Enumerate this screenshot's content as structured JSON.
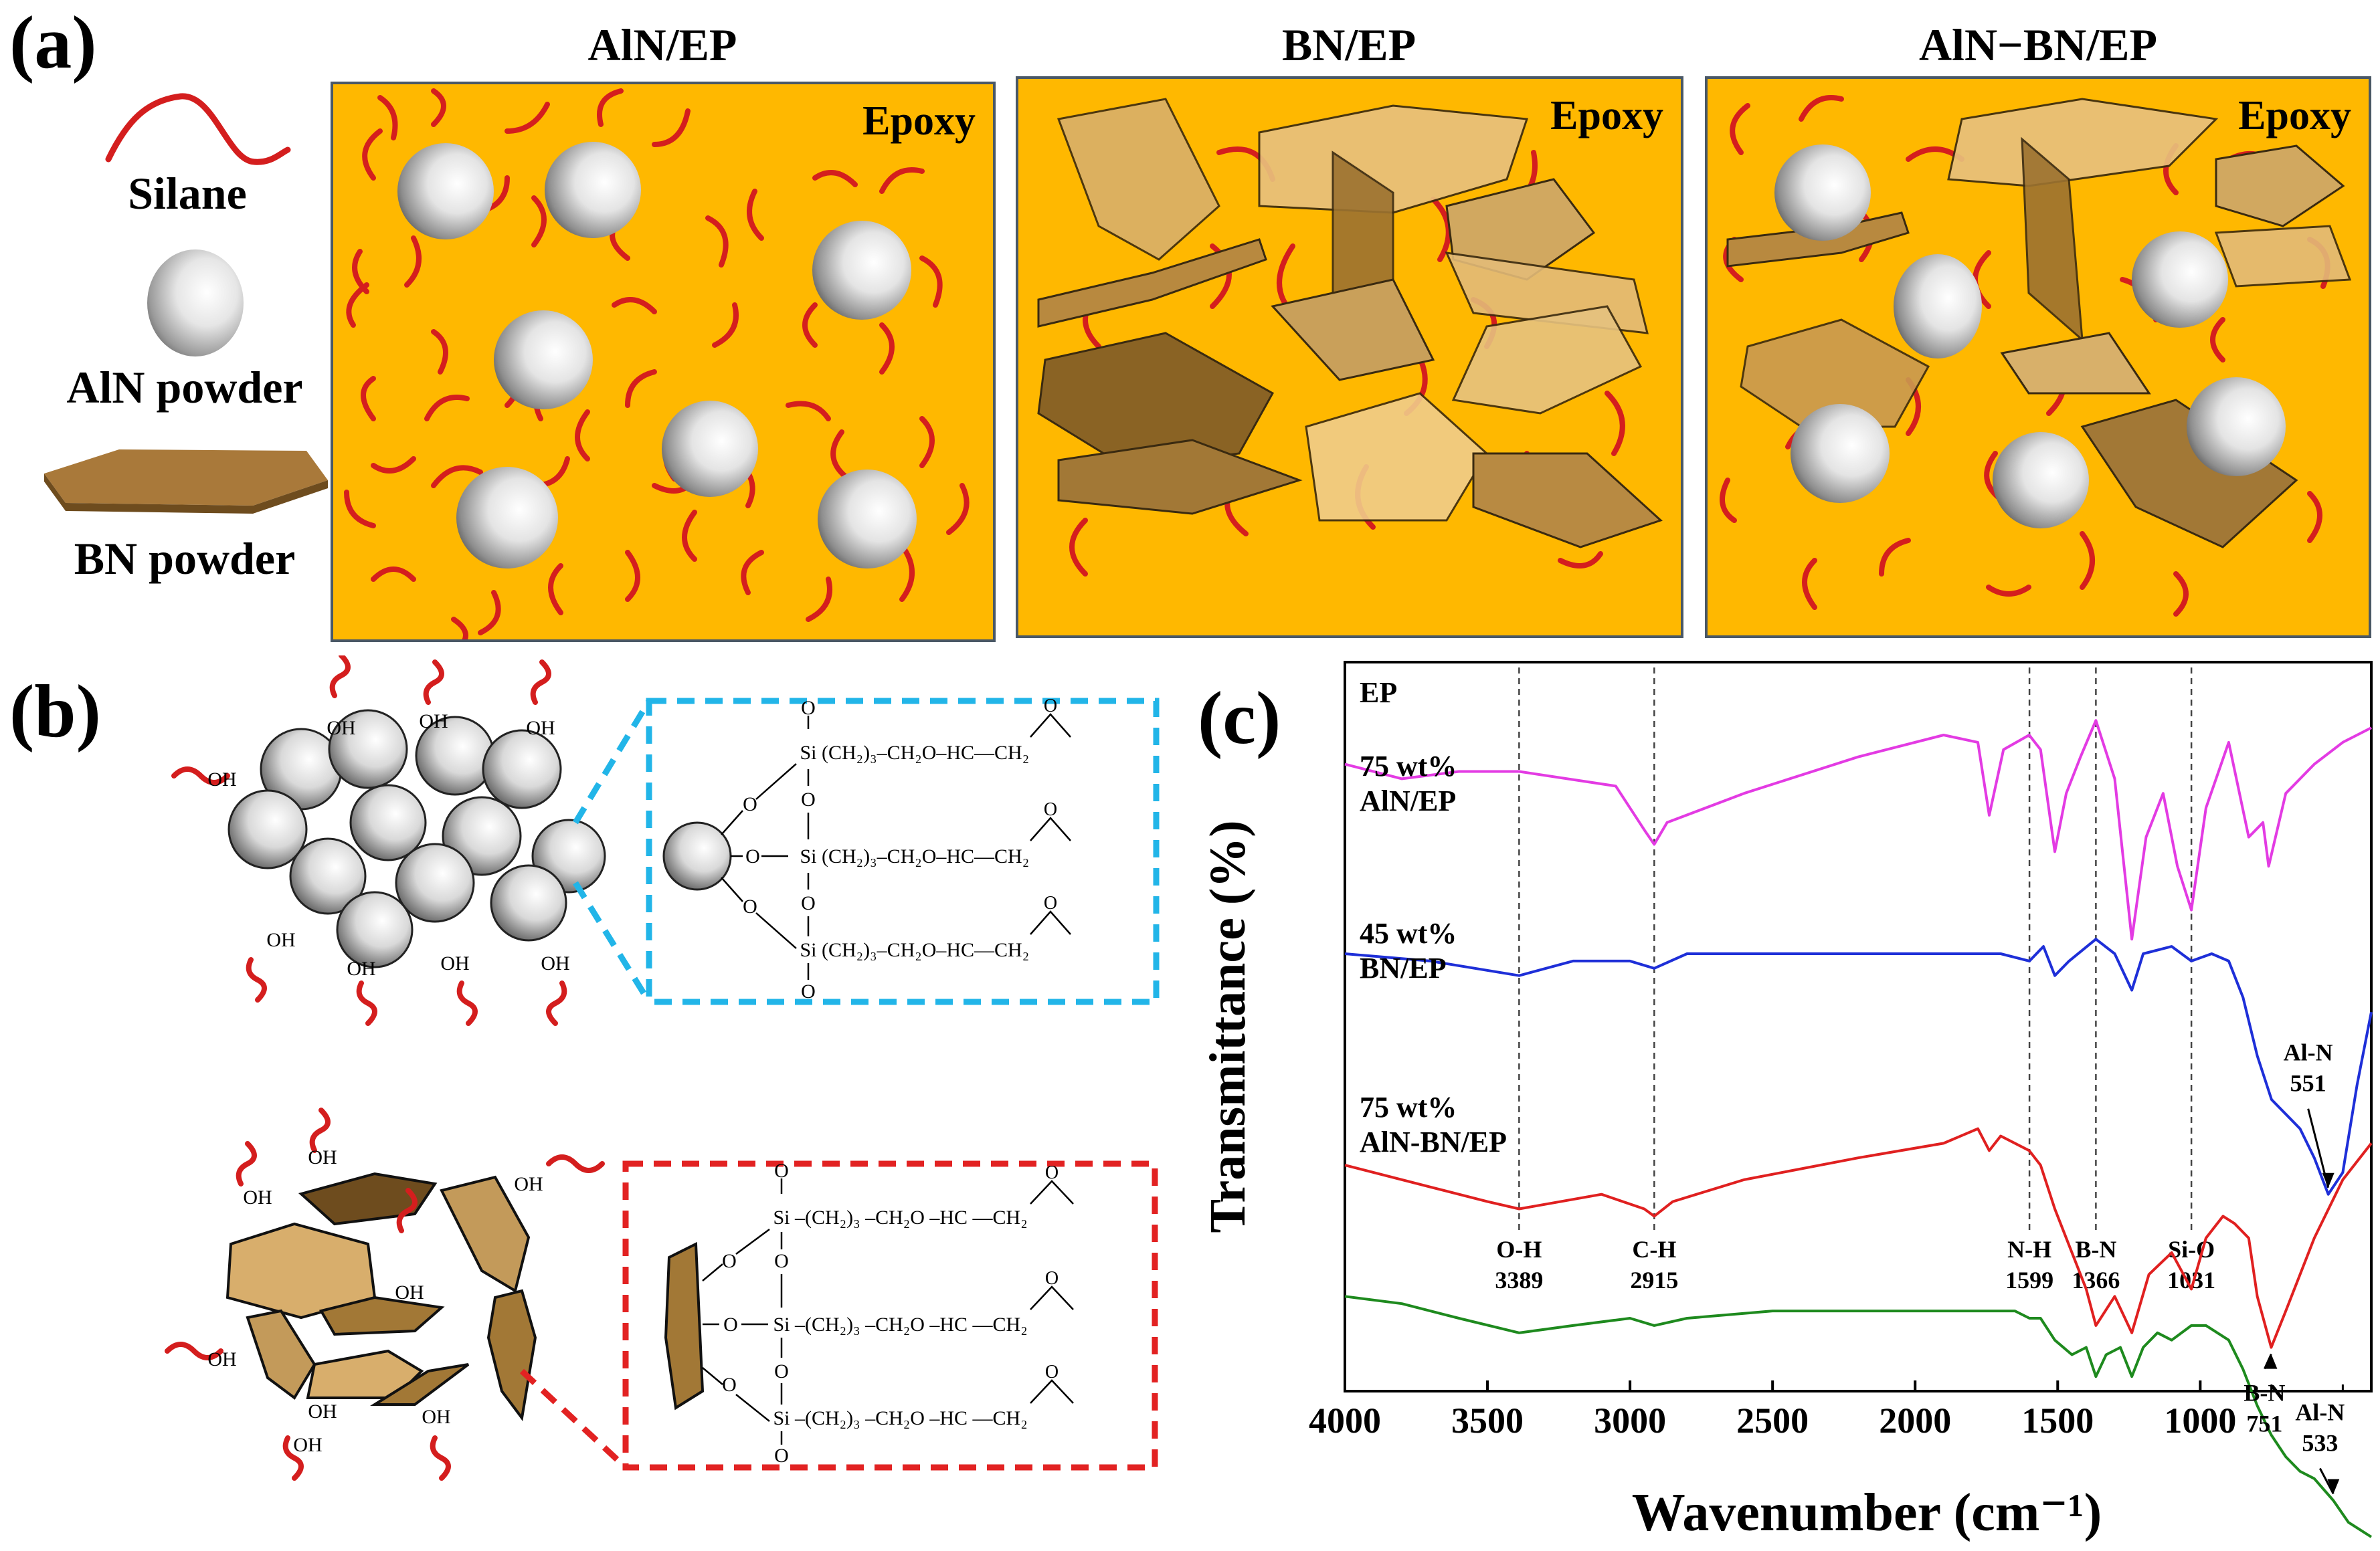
{
  "panel_labels": {
    "a": "(a)",
    "b": "(b)",
    "c": "(c)"
  },
  "legend": {
    "silane": "Silane",
    "aln_powder": "AlN powder",
    "bn_powder": "BN powder"
  },
  "schematics": [
    {
      "title": "AlN/EP",
      "matrix_label": "Epoxy"
    },
    {
      "title": "BN/EP",
      "matrix_label": "Epoxy"
    },
    {
      "title": "AlN−BN/EP",
      "matrix_label": "Epoxy"
    }
  ],
  "surface": {
    "oh": "OH",
    "si": "Si",
    "o": "O",
    "chain_aln": "(CH₂)₃–CH₂O–HC—CH₂",
    "chain_bn": "–(CH₂)₃ –CH₂O –HC —CH₂"
  },
  "colors": {
    "epoxy": "#FFB800",
    "silane": "#D41E1E",
    "bn": "#A9793A",
    "aln_box": "#22B5E8",
    "bn_box": "#E22222",
    "ep": "#E33BE3",
    "aln_ep": "#1E2FD8",
    "bn_ep": "#E02020",
    "alnbn_ep": "#1E8A1E"
  },
  "chart_data": {
    "type": "line",
    "xlabel": "Wavenumber (cm⁻¹)",
    "ylabel": "Transmittance (%)",
    "xlim": [
      4000,
      400
    ],
    "x_reversed": true,
    "xticks": [
      4000,
      3500,
      3000,
      2500,
      2000,
      1500,
      1000
    ],
    "series": [
      {
        "label_lines": [
          "EP"
        ],
        "color": "#E33BE3",
        "offset": 86,
        "points": [
          [
            4000,
            0
          ],
          [
            3800,
            -2
          ],
          [
            3600,
            -1
          ],
          [
            3389,
            -1
          ],
          [
            3050,
            -3
          ],
          [
            2950,
            -9
          ],
          [
            2915,
            -11
          ],
          [
            2870,
            -8
          ],
          [
            2600,
            -4
          ],
          [
            2200,
            1
          ],
          [
            1900,
            4
          ],
          [
            1780,
            3
          ],
          [
            1740,
            -7
          ],
          [
            1690,
            2
          ],
          [
            1600,
            4
          ],
          [
            1560,
            2
          ],
          [
            1510,
            -12
          ],
          [
            1470,
            -4
          ],
          [
            1420,
            1
          ],
          [
            1366,
            6
          ],
          [
            1300,
            -2
          ],
          [
            1240,
            -24
          ],
          [
            1190,
            -10
          ],
          [
            1130,
            -4
          ],
          [
            1080,
            -14
          ],
          [
            1031,
            -20
          ],
          [
            980,
            -6
          ],
          [
            900,
            3
          ],
          [
            830,
            -10
          ],
          [
            780,
            -8
          ],
          [
            760,
            -14
          ],
          [
            700,
            -4
          ],
          [
            600,
            0
          ],
          [
            500,
            3
          ],
          [
            400,
            5
          ]
        ]
      },
      {
        "label_lines": [
          "75 wt%",
          "AlN/EP"
        ],
        "color": "#1E2FD8",
        "offset": 60,
        "points": [
          [
            4000,
            0
          ],
          [
            3700,
            -1
          ],
          [
            3389,
            -3
          ],
          [
            3200,
            -1
          ],
          [
            3000,
            -1
          ],
          [
            2915,
            -2
          ],
          [
            2800,
            0
          ],
          [
            2500,
            0
          ],
          [
            2000,
            0
          ],
          [
            1700,
            0
          ],
          [
            1599,
            -1
          ],
          [
            1550,
            1
          ],
          [
            1510,
            -3
          ],
          [
            1460,
            -1
          ],
          [
            1366,
            2
          ],
          [
            1300,
            0
          ],
          [
            1240,
            -5
          ],
          [
            1200,
            0
          ],
          [
            1100,
            1
          ],
          [
            1031,
            -1
          ],
          [
            960,
            0
          ],
          [
            900,
            -1
          ],
          [
            850,
            -6
          ],
          [
            800,
            -14
          ],
          [
            750,
            -20
          ],
          [
            650,
            -24
          ],
          [
            600,
            -28
          ],
          [
            551,
            -33
          ],
          [
            500,
            -30
          ],
          [
            450,
            -18
          ],
          [
            400,
            -8
          ]
        ]
      },
      {
        "label_lines": [
          "45 wt%",
          "BN/EP"
        ],
        "color": "#E02020",
        "offset": 31,
        "points": [
          [
            4000,
            0
          ],
          [
            3700,
            -3
          ],
          [
            3500,
            -5
          ],
          [
            3389,
            -6
          ],
          [
            3100,
            -4
          ],
          [
            2950,
            -6
          ],
          [
            2915,
            -7
          ],
          [
            2850,
            -5
          ],
          [
            2600,
            -2
          ],
          [
            2200,
            1
          ],
          [
            1900,
            3
          ],
          [
            1780,
            5
          ],
          [
            1740,
            2
          ],
          [
            1700,
            4
          ],
          [
            1600,
            2
          ],
          [
            1560,
            0
          ],
          [
            1510,
            -6
          ],
          [
            1450,
            -12
          ],
          [
            1400,
            -17
          ],
          [
            1366,
            -22
          ],
          [
            1300,
            -18
          ],
          [
            1240,
            -23
          ],
          [
            1180,
            -15
          ],
          [
            1100,
            -12
          ],
          [
            1031,
            -17
          ],
          [
            980,
            -10
          ],
          [
            920,
            -7
          ],
          [
            880,
            -8
          ],
          [
            830,
            -10
          ],
          [
            800,
            -18
          ],
          [
            751,
            -25
          ],
          [
            700,
            -20
          ],
          [
            600,
            -10
          ],
          [
            500,
            -2
          ],
          [
            400,
            3
          ]
        ]
      },
      {
        "label_lines": [
          "75 wt%",
          "AlN-BN/EP"
        ],
        "color": "#1E8A1E",
        "offset": 13,
        "points": [
          [
            4000,
            0
          ],
          [
            3800,
            -1
          ],
          [
            3600,
            -3
          ],
          [
            3389,
            -5
          ],
          [
            3200,
            -4
          ],
          [
            3000,
            -3
          ],
          [
            2915,
            -4
          ],
          [
            2800,
            -3
          ],
          [
            2500,
            -2
          ],
          [
            2000,
            -2
          ],
          [
            1650,
            -2
          ],
          [
            1599,
            -3
          ],
          [
            1560,
            -3
          ],
          [
            1510,
            -6
          ],
          [
            1450,
            -8
          ],
          [
            1400,
            -7
          ],
          [
            1366,
            -11
          ],
          [
            1330,
            -8
          ],
          [
            1280,
            -7
          ],
          [
            1240,
            -11
          ],
          [
            1200,
            -7
          ],
          [
            1150,
            -5
          ],
          [
            1100,
            -6
          ],
          [
            1031,
            -4
          ],
          [
            980,
            -4
          ],
          [
            900,
            -6
          ],
          [
            850,
            -10
          ],
          [
            800,
            -15
          ],
          [
            751,
            -19
          ],
          [
            700,
            -22
          ],
          [
            650,
            -24
          ],
          [
            600,
            -25
          ],
          [
            533,
            -28
          ],
          [
            480,
            -31
          ],
          [
            400,
            -33
          ]
        ]
      }
    ],
    "reference_lines": [
      {
        "x": 3389,
        "label_lines": [
          "O-H",
          "3389"
        ]
      },
      {
        "x": 2915,
        "label_lines": [
          "C-H",
          "2915"
        ]
      },
      {
        "x": 1599,
        "label_lines": [
          "N-H",
          "1599"
        ]
      },
      {
        "x": 1366,
        "label_lines": [
          "B-N",
          "1366"
        ]
      },
      {
        "x": 1031,
        "label_lines": [
          "Si-O",
          "1031"
        ]
      }
    ],
    "annotations": [
      {
        "text_lines": [
          "Al-N",
          "551"
        ],
        "series": 1,
        "x": 551
      },
      {
        "text_lines": [
          "B-N",
          "751"
        ],
        "series": 2,
        "x": 751
      },
      {
        "text_lines": [
          "Al-N",
          "533"
        ],
        "series": 3,
        "x": 533
      }
    ]
  }
}
